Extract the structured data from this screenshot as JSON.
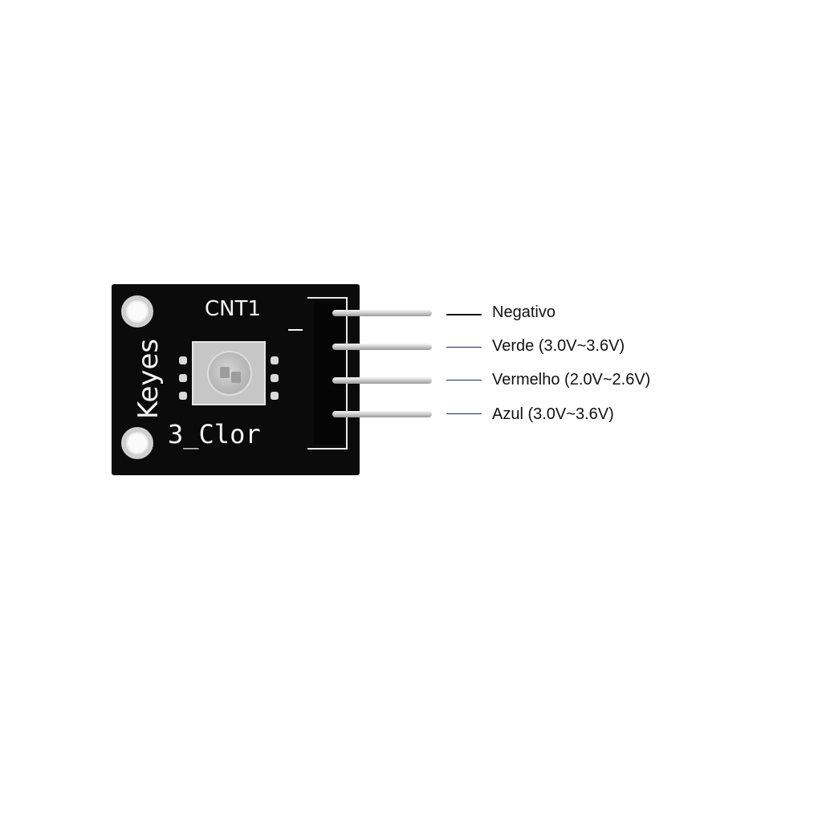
{
  "board": {
    "header_label": "CNT1",
    "brand": "Keyes",
    "model": "3_Clor",
    "polarity_mark": "-"
  },
  "pins": [
    {
      "label": "Negativo"
    },
    {
      "label": "Verde (3.0V~3.6V)"
    },
    {
      "label": "Vermelho (2.0V~2.6V)"
    },
    {
      "label": "Azul (3.0V~3.6V)"
    }
  ],
  "colors": {
    "board": "#0b0b0b",
    "silkscreen": "#f4f4f4",
    "pin_metal": "#cfcfcf",
    "callout_line": "#1a2a55",
    "text": "#111111"
  }
}
